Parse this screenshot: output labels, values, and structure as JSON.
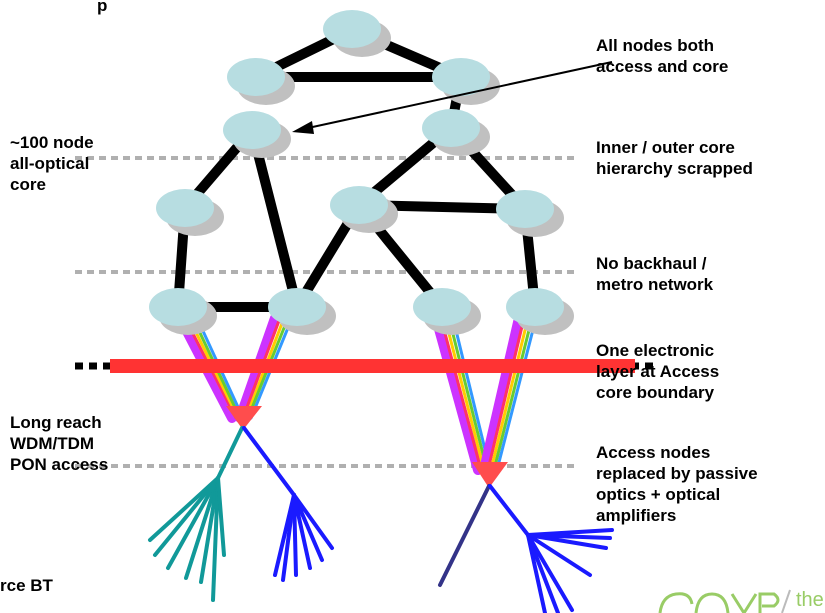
{
  "colors": {
    "node_fill": "#b7dde1",
    "node_shadow": "#c0c0c0",
    "link": "#000000",
    "boundary": "#ff3333",
    "splitter": "#ff4d4d",
    "separator": "#b0b0b0",
    "fiber_teal": "#119999",
    "fiber_blue": "#1a1aff",
    "fiber_navy": "#333388",
    "bundle": [
      "#cc33ff",
      "#ff3366",
      "#ffcc00",
      "#66cc33",
      "#3399ff"
    ],
    "logo": "#99cc66"
  },
  "labels": {
    "top_fragment": "p",
    "left_core": [
      "~100 node",
      "all-optical",
      "core"
    ],
    "left_pon": [
      "Long reach",
      "WDM/TDM",
      "PON access"
    ],
    "left_source": "rce BT",
    "right_all_nodes": [
      "All nodes both",
      "access and core"
    ],
    "right_hierarchy": [
      "Inner / outer core",
      "hierarchy scrapped"
    ],
    "right_no_backhaul": [
      "No backhaul /",
      "metro network"
    ],
    "right_electronic": [
      "One electronic",
      "layer at Access",
      "core boundary"
    ],
    "right_access_nodes": [
      "Access nodes",
      "replaced by passive",
      "optics + optical",
      "amplifiers"
    ]
  },
  "logo": {
    "text_fragment": "the"
  }
}
